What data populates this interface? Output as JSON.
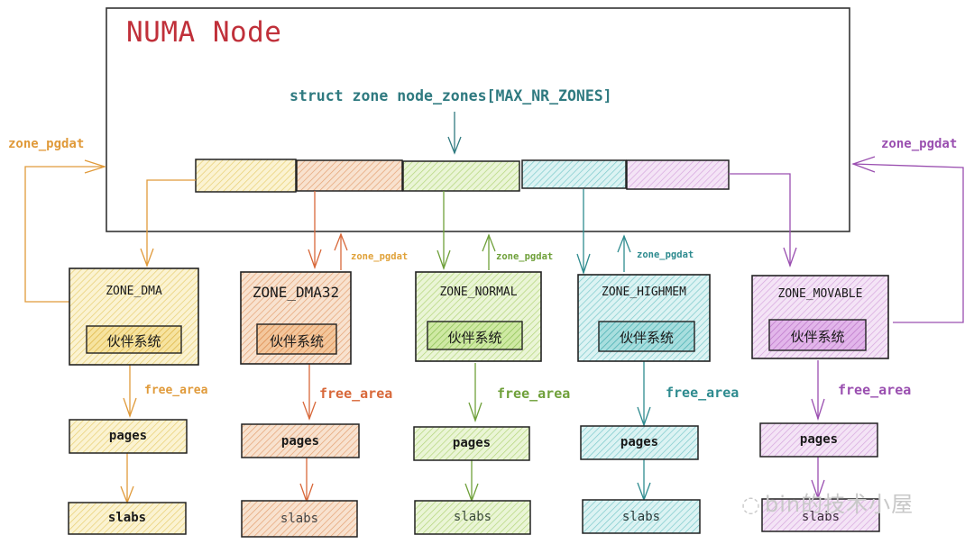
{
  "title": "NUMA Node",
  "struct_label": "struct zone node_zones[MAX_NR_ZONES]",
  "colors": {
    "title": "#c0303a",
    "struct": "#2f7a80",
    "dma": "#e09a3a",
    "dma_fill": "#f6e6a8",
    "dma32": "#d8683a",
    "dma32_fill": "#f4c9a6",
    "normal": "#6fa03a",
    "normal_fill": "#d6ebb0",
    "highmem": "#2e8b8f",
    "highmem_fill": "#b6e6e6",
    "movable": "#9a4fb0",
    "movable_fill": "#e8c8ee"
  },
  "zones": [
    {
      "name": "ZONE_DMA",
      "buddy": "伙伴系统",
      "free_area": "free_area",
      "pages": "pages",
      "slabs": "slabs",
      "pgdat": "zone_pgdat"
    },
    {
      "name": "ZONE_DMA32",
      "buddy": "伙伴系统",
      "free_area": "free_area",
      "pages": "pages",
      "slabs": "slabs",
      "pgdat": "zone_pgdat"
    },
    {
      "name": "ZONE_NORMAL",
      "buddy": "伙伴系统",
      "free_area": "free_area",
      "pages": "pages",
      "slabs": "slabs",
      "pgdat": "zone_pgdat"
    },
    {
      "name": "ZONE_HIGHMEM",
      "buddy": "伙伴系统",
      "free_area": "free_area",
      "pages": "pages",
      "slabs": "slabs",
      "pgdat": "zone_pgdat"
    },
    {
      "name": "ZONE_MOVABLE",
      "buddy": "伙伴系统",
      "free_area": "free_area",
      "pages": "pages",
      "slabs": "slabs",
      "pgdat": "zone_pgdat"
    }
  ],
  "watermark": "bin的技术小屋"
}
